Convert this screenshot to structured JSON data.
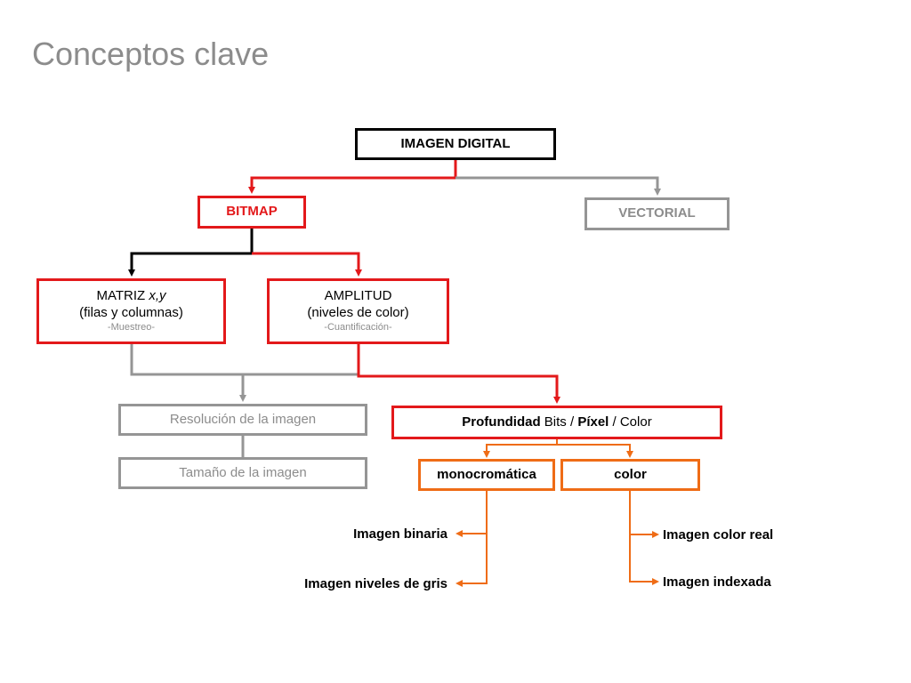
{
  "title": "Conceptos clave",
  "nodes": {
    "imagen_digital": "IMAGEN DIGITAL",
    "bitmap": "BITMAP",
    "vectorial": "VECTORIAL",
    "matriz": {
      "line1": "MATRIZ ",
      "line1_italic": "x,y",
      "line2": "(filas y columnas)",
      "line3": "-Muestreo-"
    },
    "amplitud": {
      "line1": "AMPLITUD",
      "line2": "(niveles de color)",
      "line3": "-Cuantificación-"
    },
    "resolucion": "Resolución de la imagen",
    "tamano": "Tamaño de la imagen",
    "profundidad": {
      "p1": "Profundidad",
      "p2": " Bits / ",
      "p3": "Píxel",
      "p4": " / Color"
    },
    "monocromatica": "monocromática",
    "color": "color"
  },
  "leaves": {
    "binaria": "Imagen binaria",
    "grises": "Imagen niveles de gris",
    "color_real": "Imagen color real",
    "indexada": "Imagen indexada"
  },
  "colors": {
    "black": "#000000",
    "red": "#e3191b",
    "gray": "#959595",
    "orange": "#ef6c16"
  }
}
